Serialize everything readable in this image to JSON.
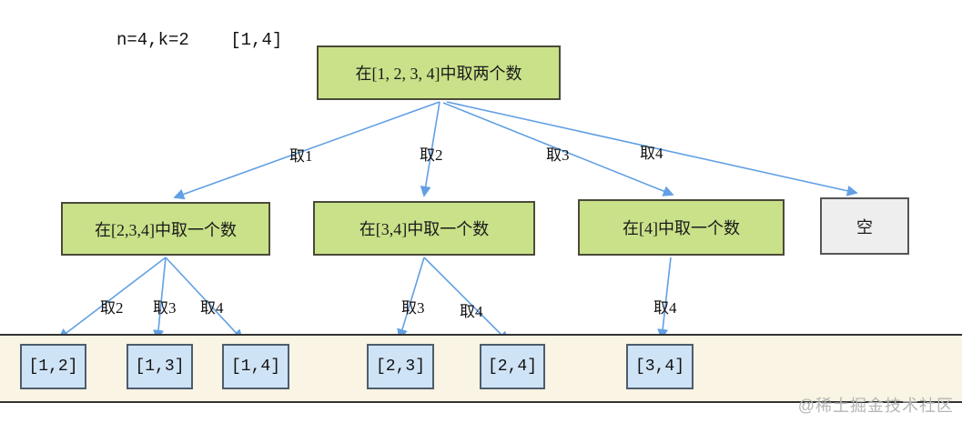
{
  "title": {
    "params": "n=4,k=2",
    "range": "[1,4]"
  },
  "tree": {
    "root": "在[1, 2, 3, 4]中取两个数",
    "branches": [
      {
        "label": "在[2,3,4]中取一个数"
      },
      {
        "label": "在[3,4]中取一个数"
      },
      {
        "label": "在[4]中取一个数"
      },
      {
        "label": "空"
      }
    ],
    "leaves": [
      "[1,2]",
      "[1,3]",
      "[1,4]",
      "[2,3]",
      "[2,4]",
      "[3,4]"
    ],
    "edge_labels": {
      "root_to_b1": "取1",
      "root_to_b2": "取2",
      "root_to_b3": "取3",
      "root_to_empty": "取4",
      "b1_to_l1": "取2",
      "b1_to_l2": "取3",
      "b1_to_l3": "取4",
      "b2_to_l4": "取3",
      "b2_to_l5": "取4",
      "b3_to_l6": "取4"
    }
  },
  "colors": {
    "node_green": "#c9e189",
    "node_green_border": "#4a4a3a",
    "node_gray": "#eeeeee",
    "leaf_blue": "#cfe3f6",
    "leaf_blue_border": "#4d5d6d",
    "arrow_blue": "#62a0e3",
    "band_cream": "#f9f4e3",
    "band_border": "#333333"
  },
  "watermark": "@稀土掘金技术社区"
}
